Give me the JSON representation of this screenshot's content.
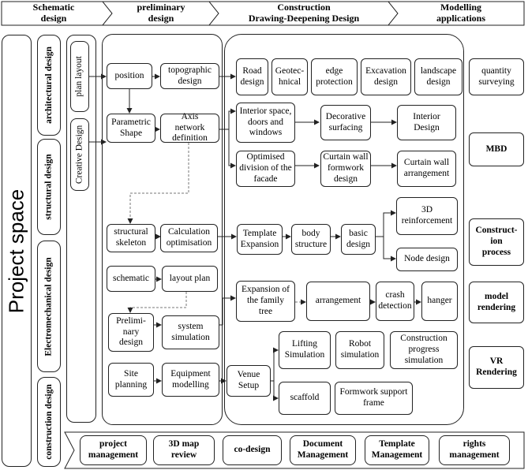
{
  "header": {
    "stages": [
      "Schematic\ndesign",
      "preliminary\ndesign",
      "Construction\nDrawing-Deepening Design",
      "Modelling\napplications"
    ]
  },
  "left": {
    "project_space": "Project space",
    "categories": [
      "architectural design",
      "structural design",
      "Electromechanical design",
      "construction design"
    ],
    "schematic": [
      "plan layout",
      "Creative Design"
    ]
  },
  "preliminary": {
    "position": "position",
    "topographic": "topographic\ndesign",
    "parametric": "Parametric\nShape",
    "axis": "Axis\nnetwork\ndefinition",
    "structural_skeleton": "structural\nskeleton",
    "calculation": "Calculation\noptimisation",
    "schematic": "schematic",
    "layout_plan": "layout plan",
    "preliminary_design": "Prelimi-\nnary\ndesign",
    "system_simulation": "system\nsimulation",
    "site_planning": "Site\nplanning",
    "equipment": "Equipment\nmodelling"
  },
  "construction": {
    "road": "Road\ndesign",
    "geotech": "Geotec-\nhnical",
    "edge": "edge\nprotection",
    "excavation": "Excavation\ndesign",
    "landscape": "landscape\ndesign",
    "interior_space": "Interior space,\ndoors and\nwindows",
    "decorative": "Decorative\nsurfacing",
    "interior_design": "Interior\nDesign",
    "optimised": "Optimised\ndivision of the\nfacade",
    "curtain_formwork": "Curtain wall\nformwork\ndesign",
    "curtain_arrangement": "Curtain wall\narrangement",
    "template_expansion": "Template\nExpansion",
    "body_structure": "body\nstructure",
    "basic_design": "basic\ndesign",
    "reinforcement_3d": "3D\nreinforcement",
    "node_design": "Node design",
    "family_tree": "Expansion of\nthe family\ntree",
    "arrangement": "arrangement",
    "crash": "crash\ndetection",
    "hanger": "hanger",
    "venue": "Venue\nSetup",
    "lifting": "Lifting\nSimulation",
    "robot": "Robot\nsimulation",
    "construction_progress": "Construction\nprogress\nsimulation",
    "scaffold": "scaffold",
    "formwork_support": "Formwork support\nframe"
  },
  "applications": [
    "quantity\nsurveying",
    "MBD",
    "Construct-\nion\nprocess",
    "model\nrendering",
    "VR\nRendering"
  ],
  "bottom": [
    "project\nmanagement",
    "3D map\nreview",
    "co-design",
    "Document\nManagement",
    "Template\nManagement",
    "rights\nmanagement"
  ]
}
